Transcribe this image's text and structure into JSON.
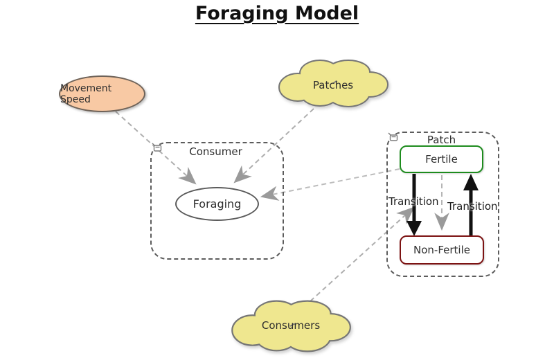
{
  "title": "Foraging Model",
  "palette": {
    "variable_fill": "#F8C9A4",
    "cloud_fill": "#EFE78F",
    "shape_border": "#6E6258",
    "submodel_dash": "#5c5c5c",
    "influence_line": "#aeaeae",
    "arrowhead": "#9a9a9a",
    "fertile_border": "#1E8C1E",
    "non_fertile_border": "#7C1212",
    "transition_arrow": "#111111",
    "text": "#2e2e2e"
  },
  "nodes": {
    "movement_speed": {
      "label": "Movement Speed",
      "type": "variable"
    },
    "patches": {
      "label": "Patches",
      "type": "cloud"
    },
    "consumers": {
      "label": "Consumers",
      "type": "cloud"
    },
    "consumer_submodel": {
      "label": "Consumer",
      "type": "submodel"
    },
    "foraging": {
      "label": "Foraging",
      "type": "process"
    },
    "patch_submodel": {
      "label": "Patch",
      "type": "submodel"
    },
    "fertile": {
      "label": "Fertile",
      "type": "state"
    },
    "non_fertile": {
      "label": "Non-Fertile",
      "type": "state"
    }
  },
  "labels": {
    "transition_left": "Transition",
    "transition_right": "Transition"
  },
  "edges": [
    {
      "from": "movement_speed",
      "to": "foraging",
      "style": "dashed-influence"
    },
    {
      "from": "patches",
      "to": "foraging",
      "style": "dashed-influence"
    },
    {
      "from": "fertile",
      "to": "foraging",
      "style": "dashed-influence"
    },
    {
      "from": "consumers",
      "to": "transition_fertile_to_non_fertile",
      "style": "dashed-influence"
    },
    {
      "from": "fertile",
      "to": "non_fertile",
      "style": "dashed-influence"
    },
    {
      "from": "fertile",
      "to": "non_fertile",
      "style": "solid-transition",
      "label": "Transition"
    },
    {
      "from": "non_fertile",
      "to": "fertile",
      "style": "solid-transition",
      "label": "Transition"
    }
  ]
}
